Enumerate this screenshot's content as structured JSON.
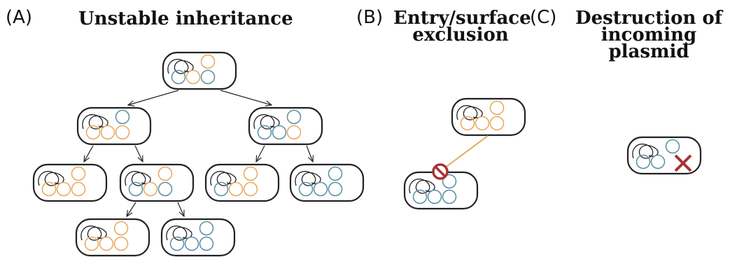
{
  "panels": [
    {
      "label": "(A)",
      "title": "Unstable inheritance"
    },
    {
      "label": "(B)",
      "title_lines": [
        "Entry/surface",
        "exclusion"
      ]
    },
    {
      "label": "(C)",
      "title_lines": [
        "Destruction of",
        "incoming",
        "plasmid"
      ]
    }
  ],
  "colors": {
    "outline": "#222222",
    "plasmid_orange": "#E8A85C",
    "plasmid_blue": "#5A8EA3",
    "entry_line": "#E8B06A",
    "block_symbol": "#A83232",
    "destroy_mark": "#A83232"
  },
  "legend_icons": [
    "chromosome-icon",
    "plasmid-orange-icon",
    "plasmid-blue-icon",
    "block-icon",
    "destroy-x-icon"
  ]
}
